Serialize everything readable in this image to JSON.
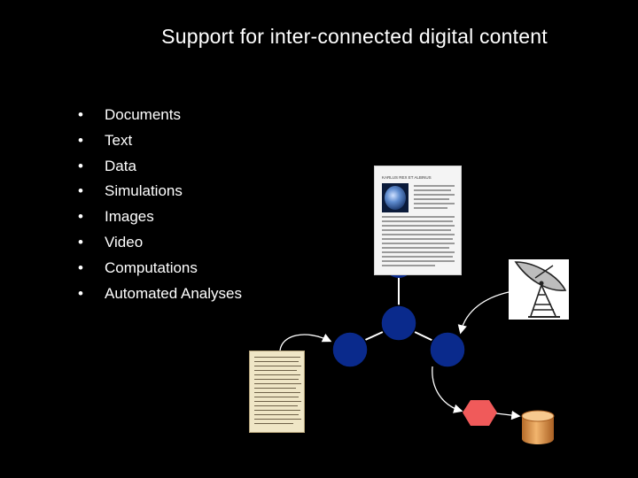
{
  "title": "Support for inter-connected digital content",
  "bullet_glyph": "•",
  "bullets": [
    "Documents",
    "Text",
    "Data",
    "Simulations",
    "Images",
    "Video",
    "Computations",
    "Automated Analyses"
  ],
  "document_thumbnail": {
    "heading": "KARLUS REX ET ALBINUS"
  },
  "colors": {
    "background": "#000000",
    "node": "#0a2a8c",
    "hexagon": "#f05a5a",
    "database": "#d88a3c",
    "arrow": "#ffffff"
  },
  "icons": [
    "document-thumbnail",
    "manuscript-thumbnail",
    "satellite-dish-icon",
    "database-icon",
    "hexagon-node"
  ]
}
